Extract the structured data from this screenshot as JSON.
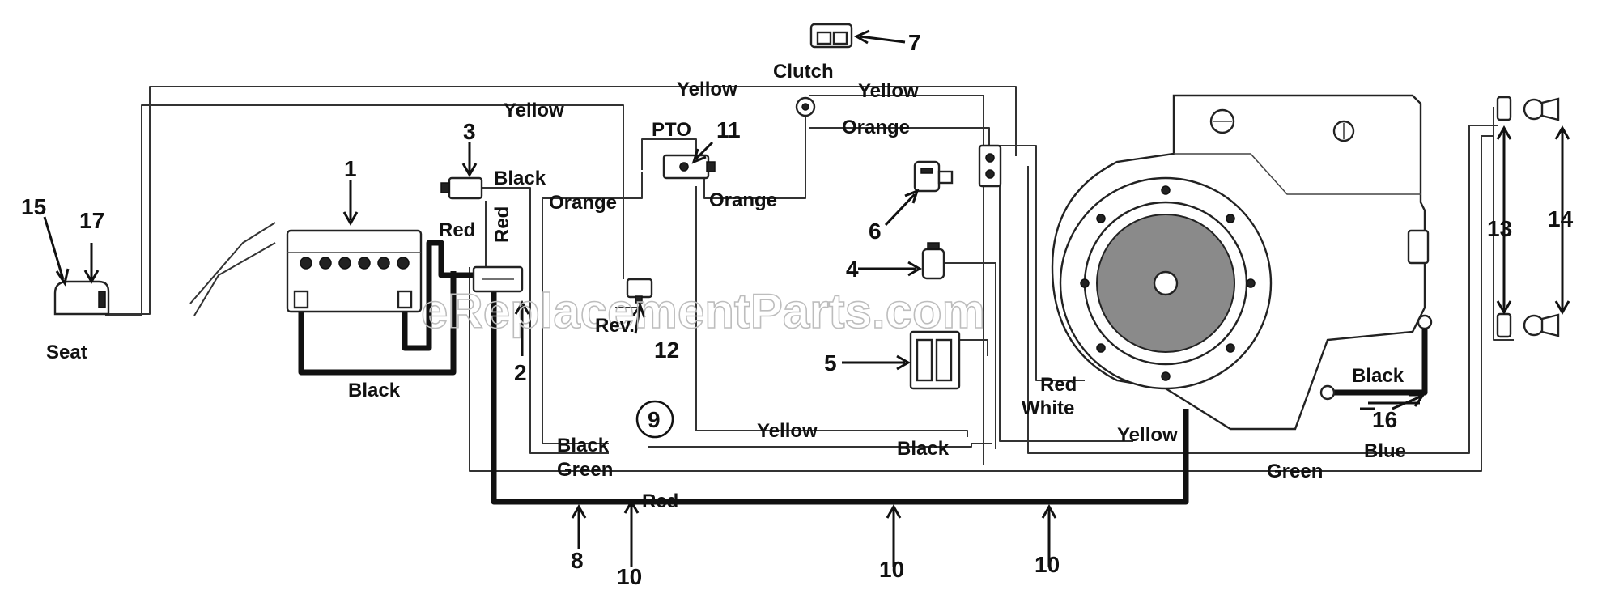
{
  "wire_labels": {
    "yellow_top": "Yellow",
    "clutch": "Clutch",
    "yellow_clutch_right": "Yellow",
    "yellow_upper": "Yellow",
    "pto": "PTO",
    "orange_top": "Orange",
    "black_sol": "Black",
    "red_vertical": "Red",
    "red_horizontal": "Red",
    "orange_left": "Orange",
    "orange_mid": "Orange",
    "rev": "Rev.",
    "seat": "Seat",
    "black_battery": "Black",
    "red_engine": "Red",
    "white_engine": "White",
    "yellow_mid": "Yellow",
    "yellow_right": "Yellow",
    "black_bottom_left": "Black",
    "green_bottom_left": "Green",
    "black_bottom_mid": "Black",
    "red_bottom": "Red",
    "blue": "Blue",
    "green_right": "Green",
    "black_right": "Black"
  },
  "callouts": {
    "c1": "1",
    "c2": "2",
    "c3": "3",
    "c4": "4",
    "c5": "5",
    "c6": "6",
    "c7": "7",
    "c8": "8",
    "c9": "9",
    "c10a": "10",
    "c10b": "10",
    "c10c": "10",
    "c11": "11",
    "c12": "12",
    "c13": "13",
    "c14": "14",
    "c15": "15",
    "c16": "16",
    "c17": "17"
  },
  "watermark": "eReplacementParts.com"
}
